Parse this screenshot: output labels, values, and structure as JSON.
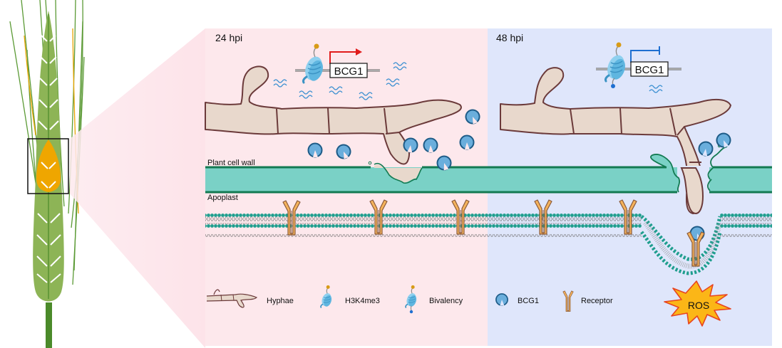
{
  "figure": {
    "panels": [
      {
        "id": "early",
        "title": "24 hpi",
        "gene_label": "BCG1",
        "gene_state": "active",
        "background": "#fde8ec"
      },
      {
        "id": "late",
        "title": "48 hpi",
        "gene_label": "BCG1",
        "gene_state": "repressed",
        "background": "#dfe6fb"
      }
    ],
    "layers": {
      "cell_wall_label": "Plant cell wall",
      "apoplast_label": "Apoplast"
    },
    "legend": [
      {
        "icon": "hyphae-icon",
        "label": "Hyphae"
      },
      {
        "icon": "h3k4me3-nucleosome-icon",
        "label": "H3K4me3"
      },
      {
        "icon": "bivalency-nucleosome-icon",
        "label": "Bivalency"
      },
      {
        "icon": "bcg1-protein-icon",
        "label": "BCG1"
      },
      {
        "icon": "receptor-icon",
        "label": "Receptor"
      }
    ],
    "burst_label": "ROS",
    "colors": {
      "hyphae_fill": "#e8d8cc",
      "hyphae_stroke": "#6b3a3a",
      "cell_wall_fill": "#7ad1c6",
      "cell_wall_stroke": "#137a52",
      "membrane_head": "#1f9e8e",
      "receptor_fill": "#f5b35c",
      "bcg1_fill": "#6aaedc",
      "bcg1_stroke": "#1d5b87",
      "active_arrow": "#e01b1b",
      "repress_arrow": "#1e6fd1",
      "ros_fill": "#fbb617",
      "ros_stroke": "#e8441f",
      "wheat_green": "#8db456",
      "wheat_dark": "#4b8a2a",
      "wheat_highlight": "#efa600"
    }
  }
}
